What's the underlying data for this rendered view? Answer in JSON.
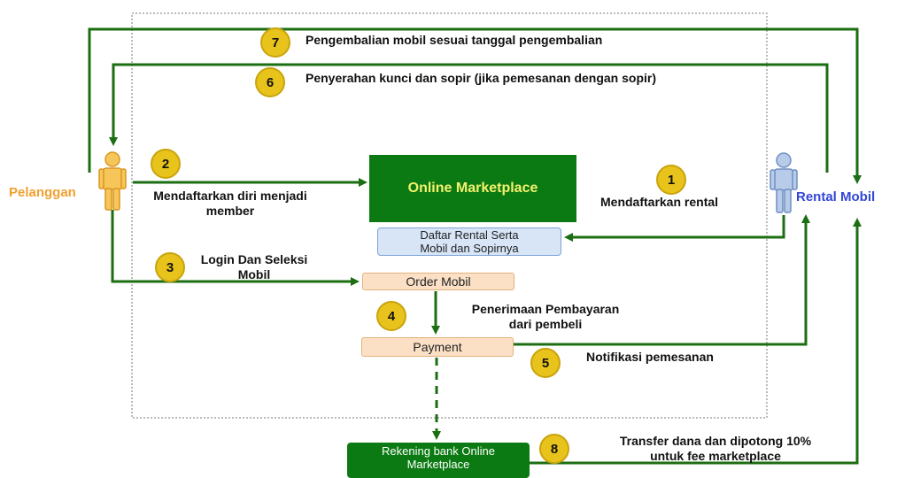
{
  "actors": {
    "customer": "Pelanggan",
    "rental": "Rental Mobil"
  },
  "boxes": {
    "marketplace": "Online Marketplace",
    "daftar_line1": "Daftar Rental Serta",
    "daftar_line2": "Mobil dan Sopirnya",
    "order": "Order Mobil",
    "payment": "Payment",
    "bank_line1": "Rekening bank Online",
    "bank_line2": "Marketplace"
  },
  "steps": [
    {
      "number": "1",
      "label": "Mendaftarkan rental"
    },
    {
      "number": "2",
      "label_line1": "Mendaftarkan diri menjadi",
      "label_line2": "member"
    },
    {
      "number": "3",
      "label_line1": "Login Dan Seleksi",
      "label_line2": "Mobil"
    },
    {
      "number": "4",
      "label_line1": "Penerimaan Pembayaran",
      "label_line2": "dari pembeli"
    },
    {
      "number": "5",
      "label": "Notifikasi pemesanan"
    },
    {
      "number": "6",
      "label": "Penyerahan kunci dan sopir (jika pemesanan dengan sopir)"
    },
    {
      "number": "7",
      "label": "Pengembalian mobil sesuai tanggal pengembalian"
    },
    {
      "number": "8",
      "label_line1": "Transfer dana dan dipotong 10%",
      "label_line2": "untuk fee marketplace"
    }
  ],
  "colors": {
    "arrow": "#1c6e12",
    "badge": "#e8c31c",
    "customer_figure": "#f2b533",
    "customer_text": "#f0a030",
    "rental_figure": "#9ab3db",
    "rental_text": "#3346d6",
    "marketplace_box": "#0b7a12",
    "marketplace_text": "#f4f16e"
  }
}
